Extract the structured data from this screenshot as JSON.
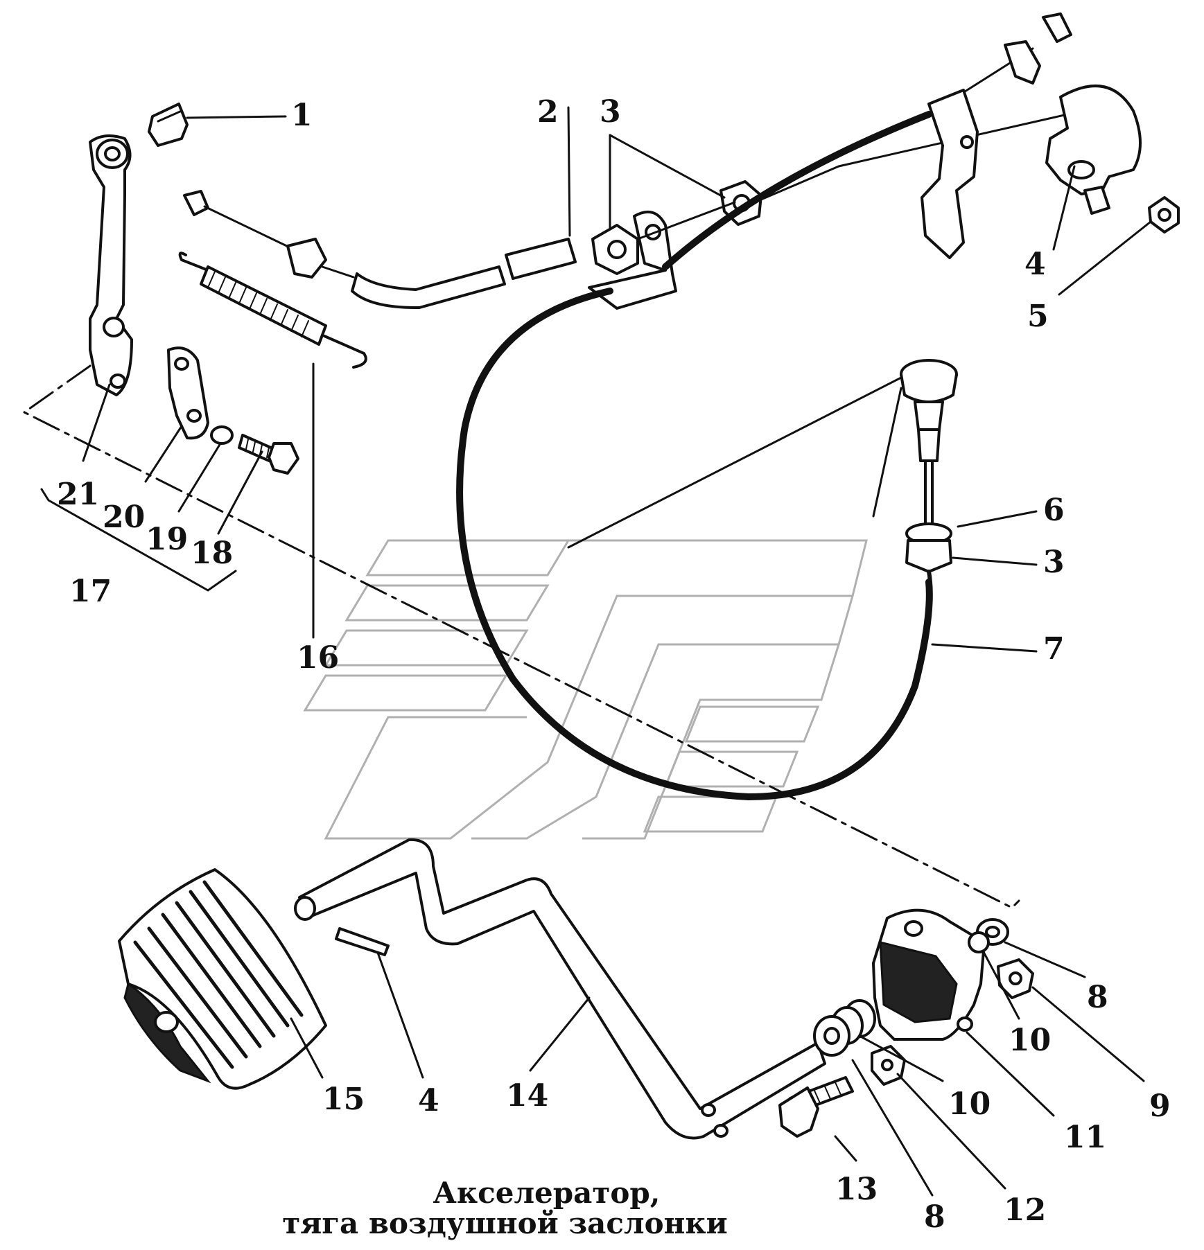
{
  "callouts": {
    "c1": "1",
    "c2": "2",
    "c3a": "3",
    "c3b": "3",
    "c4a": "4",
    "c4b": "4",
    "c5": "5",
    "c6": "6",
    "c7": "7",
    "c8a": "8",
    "c8b": "8",
    "c9": "9",
    "c10a": "10",
    "c10b": "10",
    "c11": "11",
    "c12": "12",
    "c13": "13",
    "c14": "14",
    "c15": "15",
    "c16": "16",
    "c17": "17",
    "c18": "18",
    "c19": "19",
    "c20": "20",
    "c21": "21"
  },
  "caption": {
    "line1": "Акселератор,",
    "line2": "тяга воздушной заслонки"
  }
}
